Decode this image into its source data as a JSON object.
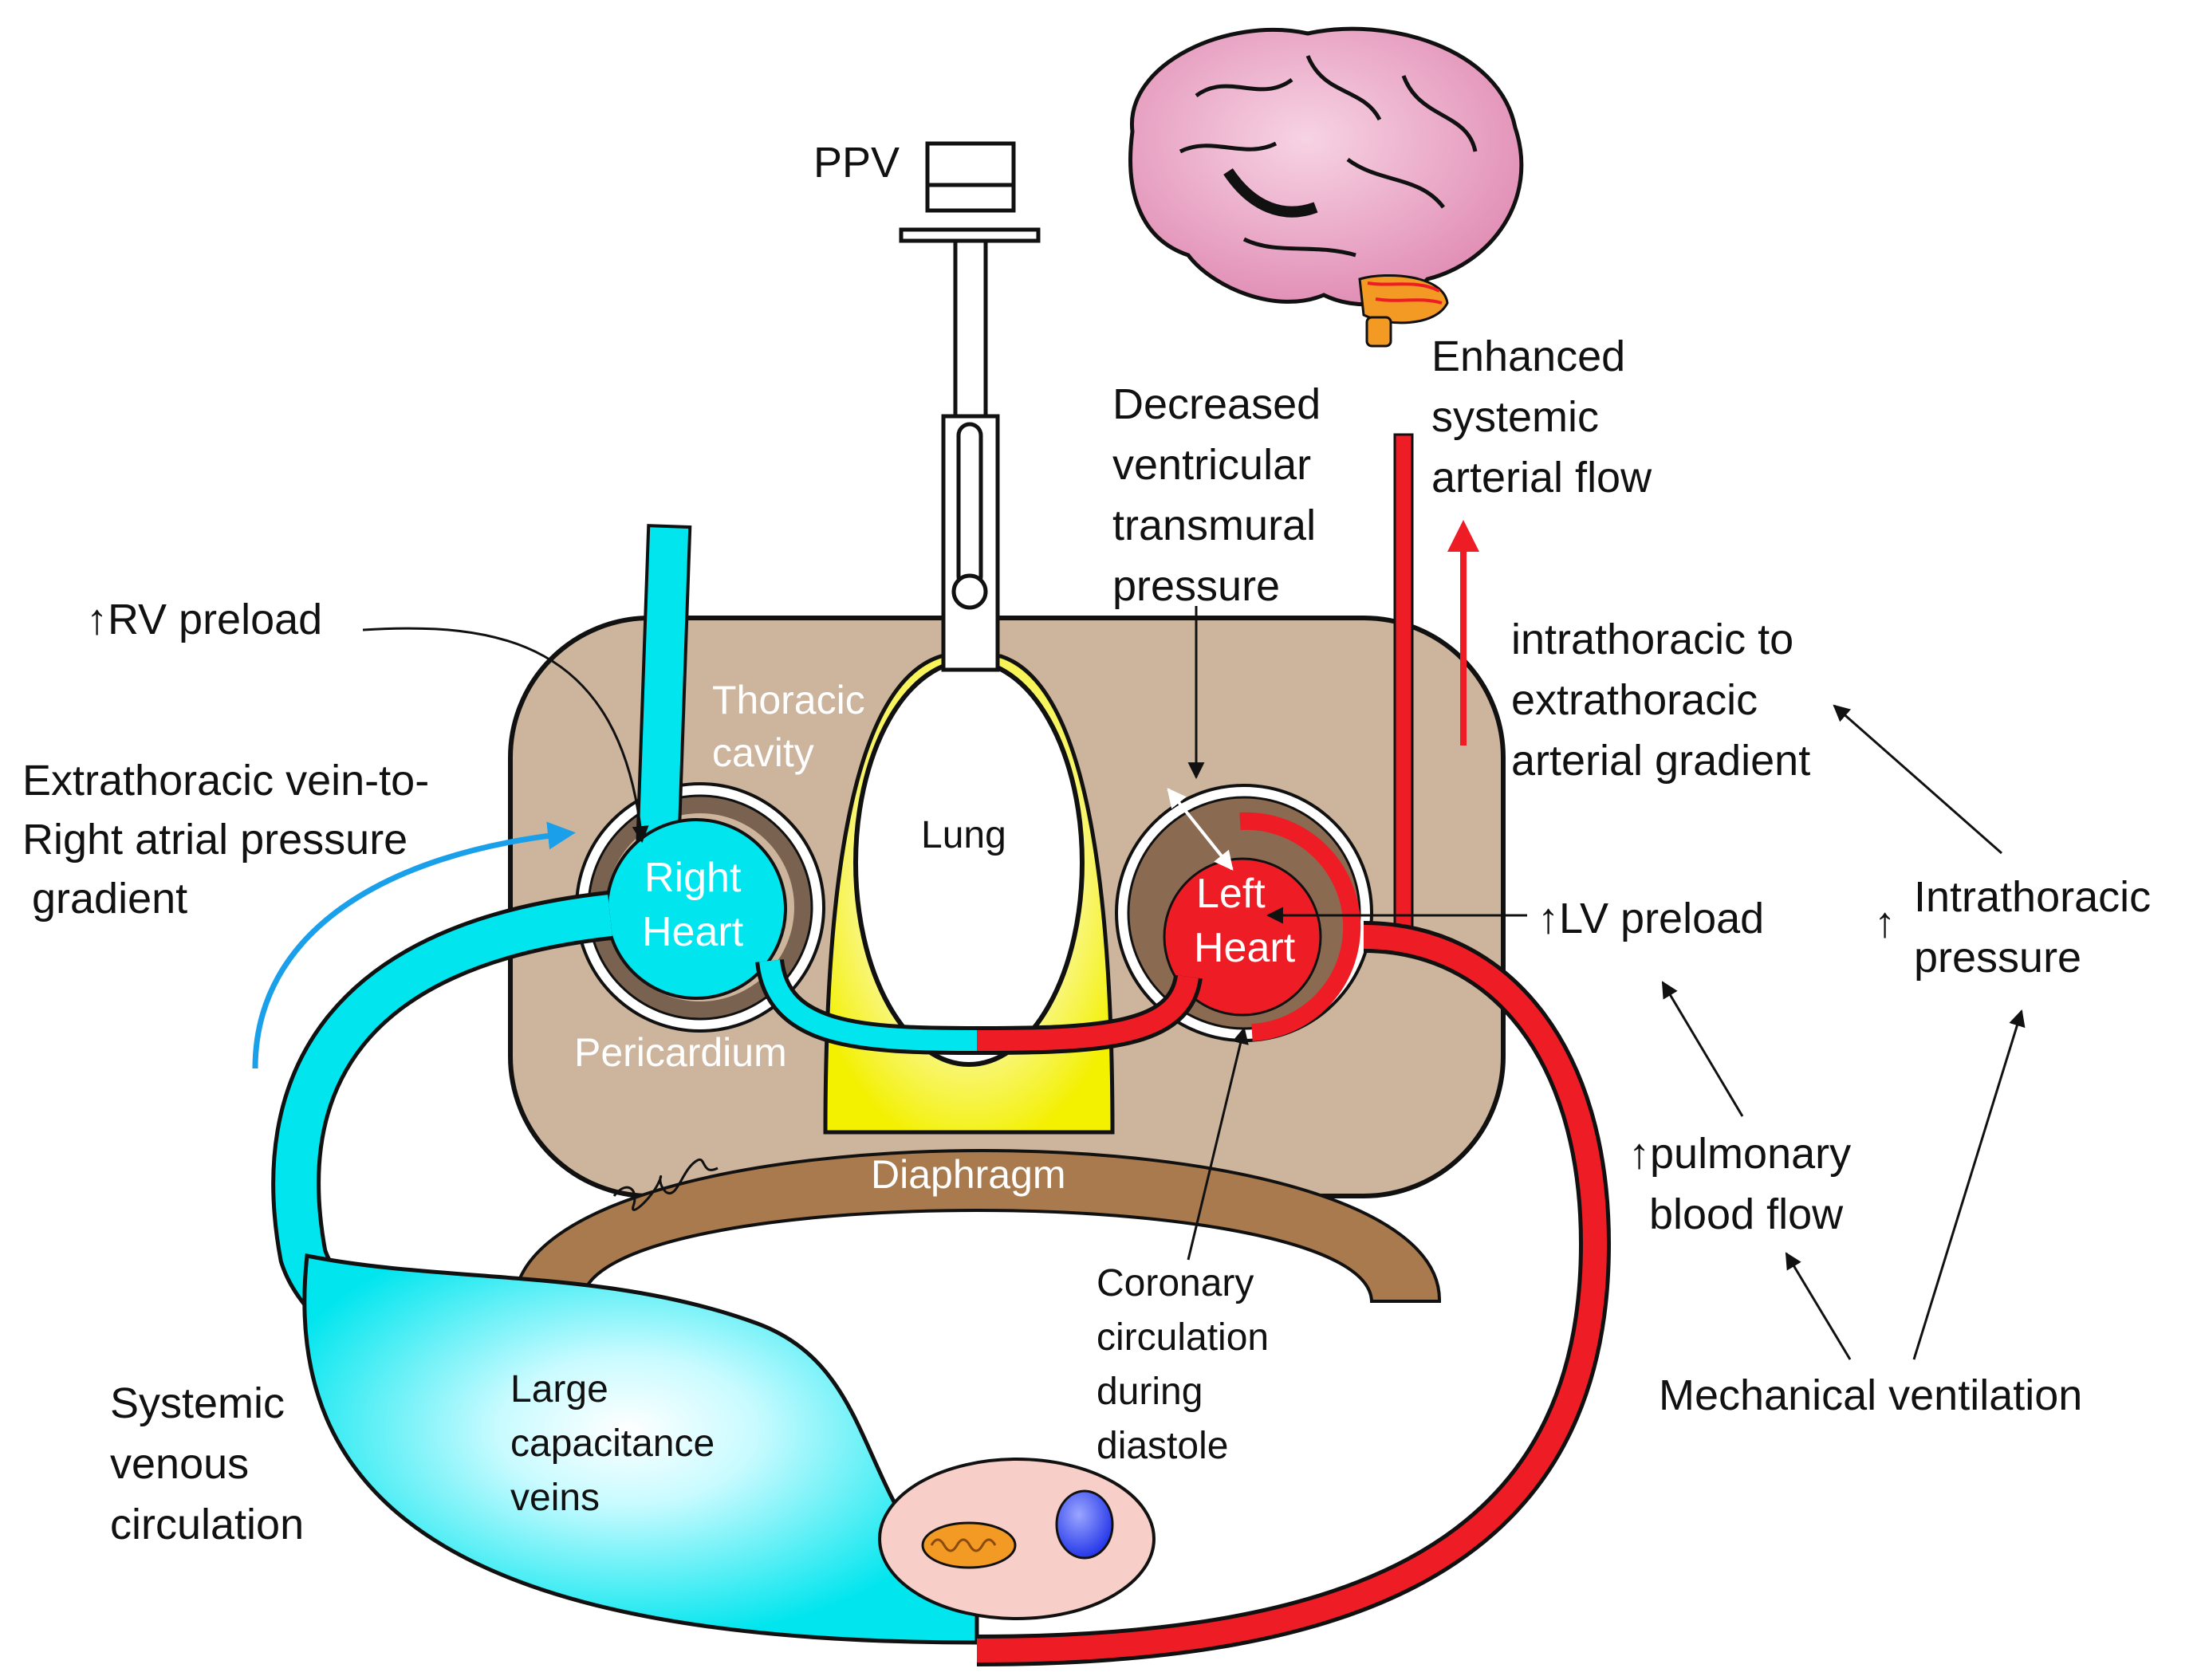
{
  "colors": {
    "venous": "#00e5ee",
    "arterial": "#ee1c24",
    "thoracic_cavity": "#cdb49d",
    "pericardium": "#8b6a52",
    "diaphragm": "#a97a4e",
    "lung_glow": "#f3f000",
    "brain": "#e79bbd",
    "cell": "#f8cfc8",
    "nucleus": "#1d2fe8",
    "mitochondrion": "#f39a25",
    "blue_arrow": "#1aa0ea"
  },
  "icons": {
    "brain": "brain-icon",
    "ventilator": "ventilator-icon",
    "cell": "cell-icon",
    "signature": "signature-mark"
  },
  "labels": {
    "ppv": "PPV",
    "thoracic_cavity": [
      "Thoracic",
      "cavity"
    ],
    "lung": "Lung",
    "right_heart": [
      "Right",
      "Heart"
    ],
    "left_heart": [
      "Left",
      "Heart"
    ],
    "pericardium": "Pericardium",
    "diaphragm": "Diaphragm",
    "rv_preload": "↑RV preload",
    "extrathoracic_gradient": [
      "Extrathoracic vein-to-",
      "Right atrial pressure",
      "gradient"
    ],
    "systemic_venous": [
      "Systemic",
      "venous",
      "circulation"
    ],
    "large_veins": [
      "Large",
      "capacitance",
      "veins"
    ],
    "decreased_transmural": [
      "Decreased",
      "ventricular",
      "transmural",
      "pressure"
    ],
    "enhanced_flow": [
      "Enhanced",
      "systemic",
      "arterial flow"
    ],
    "intra_extra_gradient": [
      "intrathoracic to",
      "extrathoracic",
      "arterial gradient"
    ],
    "lv_preload": "↑LV preload",
    "intrathoracic_pressure_arrow": "↑",
    "intrathoracic_pressure": [
      "Intrathoracic",
      "pressure"
    ],
    "pulmonary_flow": [
      "↑pulmonary",
      "blood flow"
    ],
    "mechanical_ventilation": "Mechanical ventilation",
    "coronary": [
      "Coronary",
      "circulation",
      "during",
      "diastole"
    ]
  }
}
